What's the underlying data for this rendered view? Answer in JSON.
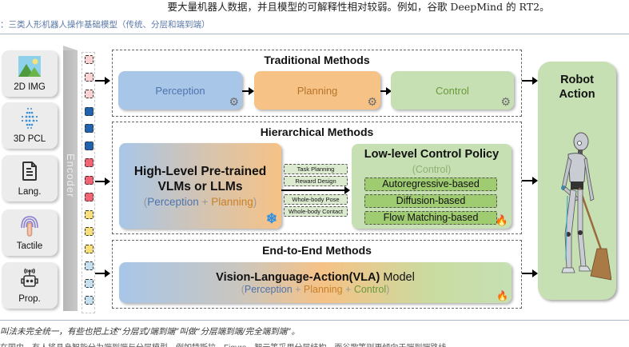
{
  "document": {
    "top_text": "要大量机器人数据，并且模型的可解释性相对较弱。例如，谷歌 DeepMind 的 RT2。",
    "caption": "：三类人形机器人操作基础模型（传统、分层和端到端）",
    "bottom_text": "叫法未完全统一，有些也把上述“分层式/端到端”叫做“分层端到端/完全端到端”。",
    "bottom_text_cutoff": "在国内，有人将具身智能分为端到端与分层模型，例如特斯拉、Figure、智元等采用分层结构，而谷歌等则更倾向于端到端路线"
  },
  "diagram": {
    "modalities": [
      {
        "label": "2D IMG",
        "icon": "image-icon"
      },
      {
        "label": "3D PCL",
        "icon": "point-cloud-icon"
      },
      {
        "label": "Lang.",
        "icon": "document-icon"
      },
      {
        "label": "Tactile",
        "icon": "fingerprint-touch-icon"
      },
      {
        "label": "Prop.",
        "icon": "robot-sensor-icon"
      }
    ],
    "encoder_label": "Encoder",
    "tokens": [
      {
        "color": "#f9d3d3"
      },
      {
        "color": "#f9d3d3"
      },
      {
        "color": "#f9d3d3"
      },
      {
        "color": "#2163ae"
      },
      {
        "color": "#2163ae"
      },
      {
        "color": "#2163ae"
      },
      {
        "color": "#f06474"
      },
      {
        "color": "#f06474"
      },
      {
        "color": "#f06474"
      },
      {
        "color": "#f6df7c"
      },
      {
        "color": "#f6df7c"
      },
      {
        "color": "#f6df7c"
      },
      {
        "color": "#c7e0f0"
      },
      {
        "color": "#c7e0f0"
      },
      {
        "color": "#c7e0f0"
      }
    ],
    "traditional": {
      "title": "Traditional Methods",
      "stages": [
        {
          "label": "Perception",
          "color": "#a8c6e8",
          "text_color": "#4f74ad"
        },
        {
          "label": "Planning",
          "color": "#f6c286",
          "text_color": "#b8752a"
        },
        {
          "label": "Control",
          "color": "#c6e0b4",
          "text_color": "#6a9a3c"
        }
      ]
    },
    "hierarchical": {
      "title": "Hierarchical Methods",
      "high_level": {
        "title_line1": "High-Level Pre-trained",
        "title_line2": "VLMs or LLMs",
        "sub_open": "(",
        "sub_perception": "Perception",
        "sub_plus": " + ",
        "sub_planning": "Planning",
        "sub_close": ")",
        "icon": "snowflake-frozen-icon"
      },
      "interfaces": [
        "Task Planning",
        "Reward Design",
        "Whole-body Pose",
        "Whole-body Contact"
      ],
      "low_level": {
        "title": "Low-level Control Policy",
        "subtitle": "(Control)",
        "items": [
          "Autoregressive-based",
          "Diffusion-based",
          "Flow Matching-based"
        ],
        "icon": "fire-trainable-icon"
      }
    },
    "end_to_end": {
      "title": "End-to-End Methods",
      "model_bold": "Vision-Language-Action(VLA)",
      "model_rest": " Model",
      "sub_open": "(",
      "sub_perception": "Perception",
      "sub_plus1": " + ",
      "sub_planning": "Planning",
      "sub_plus2": " + ",
      "sub_control": "Control",
      "sub_close": ")",
      "icon": "fire-trainable-icon"
    },
    "output": {
      "title_line1": "Robot",
      "title_line2": "Action",
      "image": "humanoid-robot-sweeping-icon"
    }
  }
}
